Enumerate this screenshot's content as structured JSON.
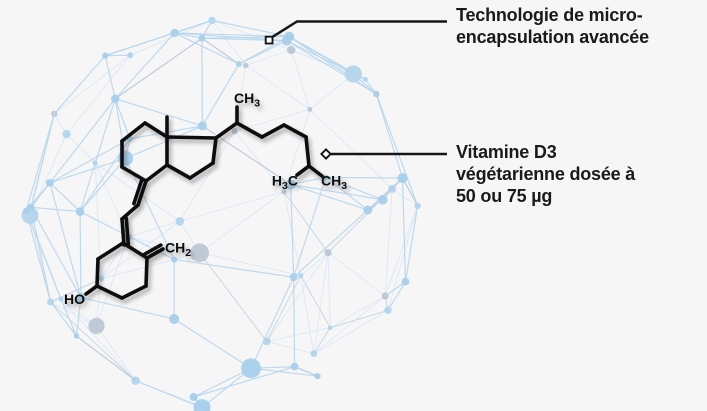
{
  "palette": {
    "background": "#f6f6f7",
    "node_blue": "#a7cfea",
    "node_gray": "#b4bfce",
    "edge_blue": "#b7d6ee",
    "edge_light": "#d3e4f4",
    "edge_gray": "#b8c8da",
    "molecule": "#101010",
    "callout_line": "#161616",
    "text": "#1a1a1a"
  },
  "molecule": {
    "atom_labels": [
      {
        "id": "side-chain-methyl",
        "parts": [
          {
            "t": "CH"
          },
          {
            "t": "3",
            "sub": true
          }
        ]
      },
      {
        "id": "isopropyl-methyl-left",
        "parts": [
          {
            "t": "H"
          },
          {
            "t": "3",
            "sub": true
          },
          {
            "t": "C"
          }
        ]
      },
      {
        "id": "isopropyl-methyl-right",
        "parts": [
          {
            "t": "CH"
          },
          {
            "t": "3",
            "sub": true
          }
        ]
      },
      {
        "id": "methylene",
        "parts": [
          {
            "t": "CH"
          },
          {
            "t": "2",
            "sub": true
          }
        ]
      },
      {
        "id": "hydroxyl",
        "parts": [
          {
            "t": "HO"
          }
        ]
      }
    ]
  },
  "callouts": [
    {
      "id": "micro-encapsulation",
      "marker": "square",
      "lines": [
        "Technologie de micro-",
        "encapsulation avancée"
      ]
    },
    {
      "id": "vitamine-d3",
      "marker": "diamond",
      "lines": [
        "Vitamine D3",
        "végétarienne dosée à",
        "50 ou 75 µg"
      ]
    }
  ]
}
